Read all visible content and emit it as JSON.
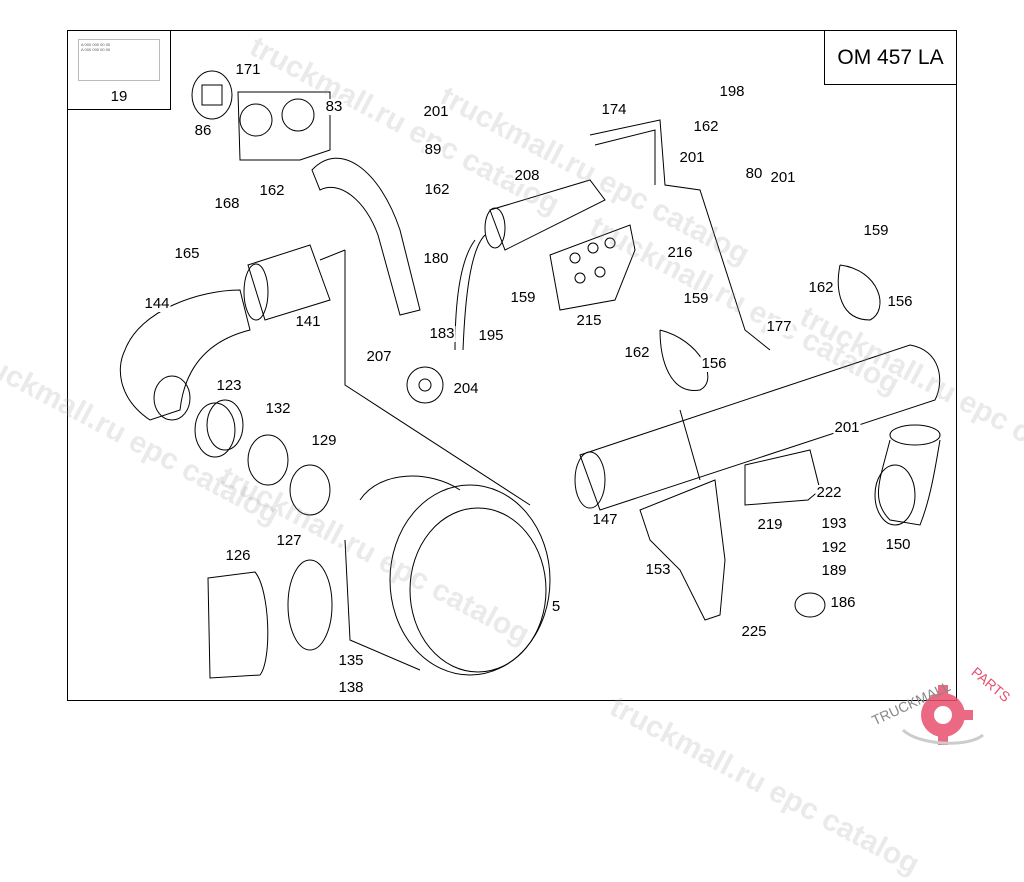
{
  "title": "OM 457 LA",
  "legend": {
    "number": "19",
    "card_lines": [
      "A 000 000 00 00",
      "",
      "",
      "A 000 000 00 00",
      ""
    ]
  },
  "labels": [
    "171",
    "83",
    "86",
    "201",
    "89",
    "162",
    "162",
    "168",
    "165",
    "208",
    "174",
    "198",
    "162",
    "201",
    "80",
    "201",
    "180",
    "216",
    "159",
    "144",
    "141",
    "159",
    "215",
    "159",
    "162",
    "156",
    "183",
    "195",
    "177",
    "207",
    "162",
    "156",
    "204",
    "123",
    "132",
    "201",
    "129",
    "147",
    "222",
    "219",
    "193",
    "150",
    "126",
    "127",
    "192",
    "189",
    "153",
    "5",
    "186",
    "225",
    "135",
    "138"
  ],
  "watermark": "truckmall.ru epc catalog",
  "logo": {
    "text_left": "TRUCKMALL",
    "text_right": "PARTS",
    "accent": "#e8506e"
  },
  "colors": {
    "line": "#000000",
    "watermark": "#a0a0a0"
  }
}
